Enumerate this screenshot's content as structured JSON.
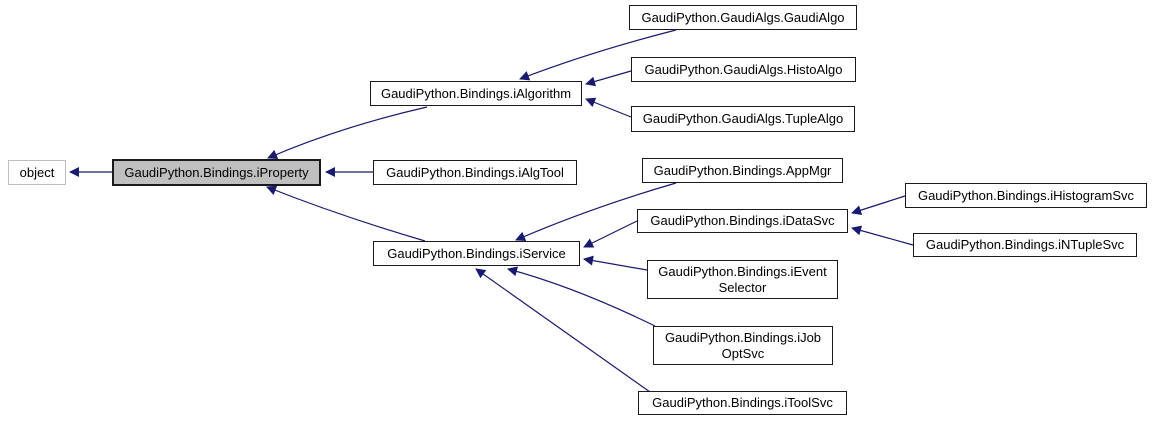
{
  "diagram": {
    "type": "inheritance-graph",
    "colors": {
      "edge": "#191970",
      "node_border": "#1a1a1a",
      "node_fill": "#ffffff",
      "current_node_fill": "#bfbfbf",
      "external_node_border": "#bebebe",
      "text": "#000000",
      "background": "#ffffff"
    },
    "nodes": {
      "object": {
        "label": "object"
      },
      "iProperty": {
        "label": "GaudiPython.Bindings.iProperty"
      },
      "iAlgorithm": {
        "label": "GaudiPython.Bindings.iAlgorithm"
      },
      "iAlgTool": {
        "label": "GaudiPython.Bindings.iAlgTool"
      },
      "iService": {
        "label": "GaudiPython.Bindings.iService"
      },
      "GaudiAlgo": {
        "label": "GaudiPython.GaudiAlgs.GaudiAlgo"
      },
      "HistoAlgo": {
        "label": "GaudiPython.GaudiAlgs.HistoAlgo"
      },
      "TupleAlgo": {
        "label": "GaudiPython.GaudiAlgs.TupleAlgo"
      },
      "AppMgr": {
        "label": "GaudiPython.Bindings.AppMgr"
      },
      "iDataSvc": {
        "label": "GaudiPython.Bindings.iDataSvc"
      },
      "iEventSelector": {
        "label": "GaudiPython.Bindings.iEvent\nSelector"
      },
      "iJobOptSvc": {
        "label": "GaudiPython.Bindings.iJob\nOptSvc"
      },
      "iToolSvc": {
        "label": "GaudiPython.Bindings.iToolSvc"
      },
      "iHistogramSvc": {
        "label": "GaudiPython.Bindings.iHistogramSvc"
      },
      "iNTupleSvc": {
        "label": "GaudiPython.Bindings.iNTupleSvc"
      }
    },
    "edges": [
      {
        "from": "iProperty",
        "to": "object"
      },
      {
        "from": "iAlgorithm",
        "to": "iProperty"
      },
      {
        "from": "iAlgTool",
        "to": "iProperty"
      },
      {
        "from": "iService",
        "to": "iProperty"
      },
      {
        "from": "GaudiAlgo",
        "to": "iAlgorithm"
      },
      {
        "from": "HistoAlgo",
        "to": "iAlgorithm"
      },
      {
        "from": "TupleAlgo",
        "to": "iAlgorithm"
      },
      {
        "from": "AppMgr",
        "to": "iService"
      },
      {
        "from": "iDataSvc",
        "to": "iService"
      },
      {
        "from": "iEventSelector",
        "to": "iService"
      },
      {
        "from": "iJobOptSvc",
        "to": "iService"
      },
      {
        "from": "iToolSvc",
        "to": "iService"
      },
      {
        "from": "iHistogramSvc",
        "to": "iDataSvc"
      },
      {
        "from": "iNTupleSvc",
        "to": "iDataSvc"
      }
    ]
  }
}
